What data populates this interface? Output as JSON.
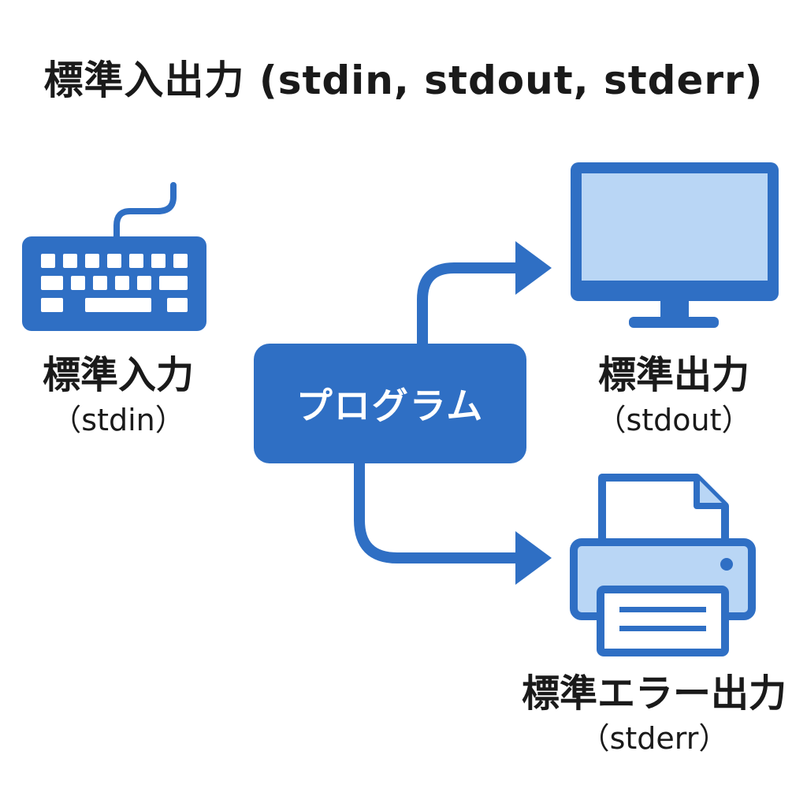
{
  "title": "標準入出力 (stdin, stdout, stderr)",
  "colors": {
    "primary": "#2f6fc4",
    "light": "#b9d6f5",
    "text": "#1a1a1a"
  },
  "nodes": {
    "stdin": {
      "label": "標準入力",
      "sub": "（stdin）",
      "icon": "keyboard-icon"
    },
    "program": {
      "label": "プログラム"
    },
    "stdout": {
      "label": "標準出力",
      "sub": "（stdout）",
      "icon": "monitor-icon"
    },
    "stderr": {
      "label": "標準エラー出力",
      "sub": "（stderr）",
      "icon": "printer-icon"
    }
  },
  "edges": [
    {
      "from": "program",
      "to": "stdout"
    },
    {
      "from": "program",
      "to": "stderr"
    }
  ]
}
